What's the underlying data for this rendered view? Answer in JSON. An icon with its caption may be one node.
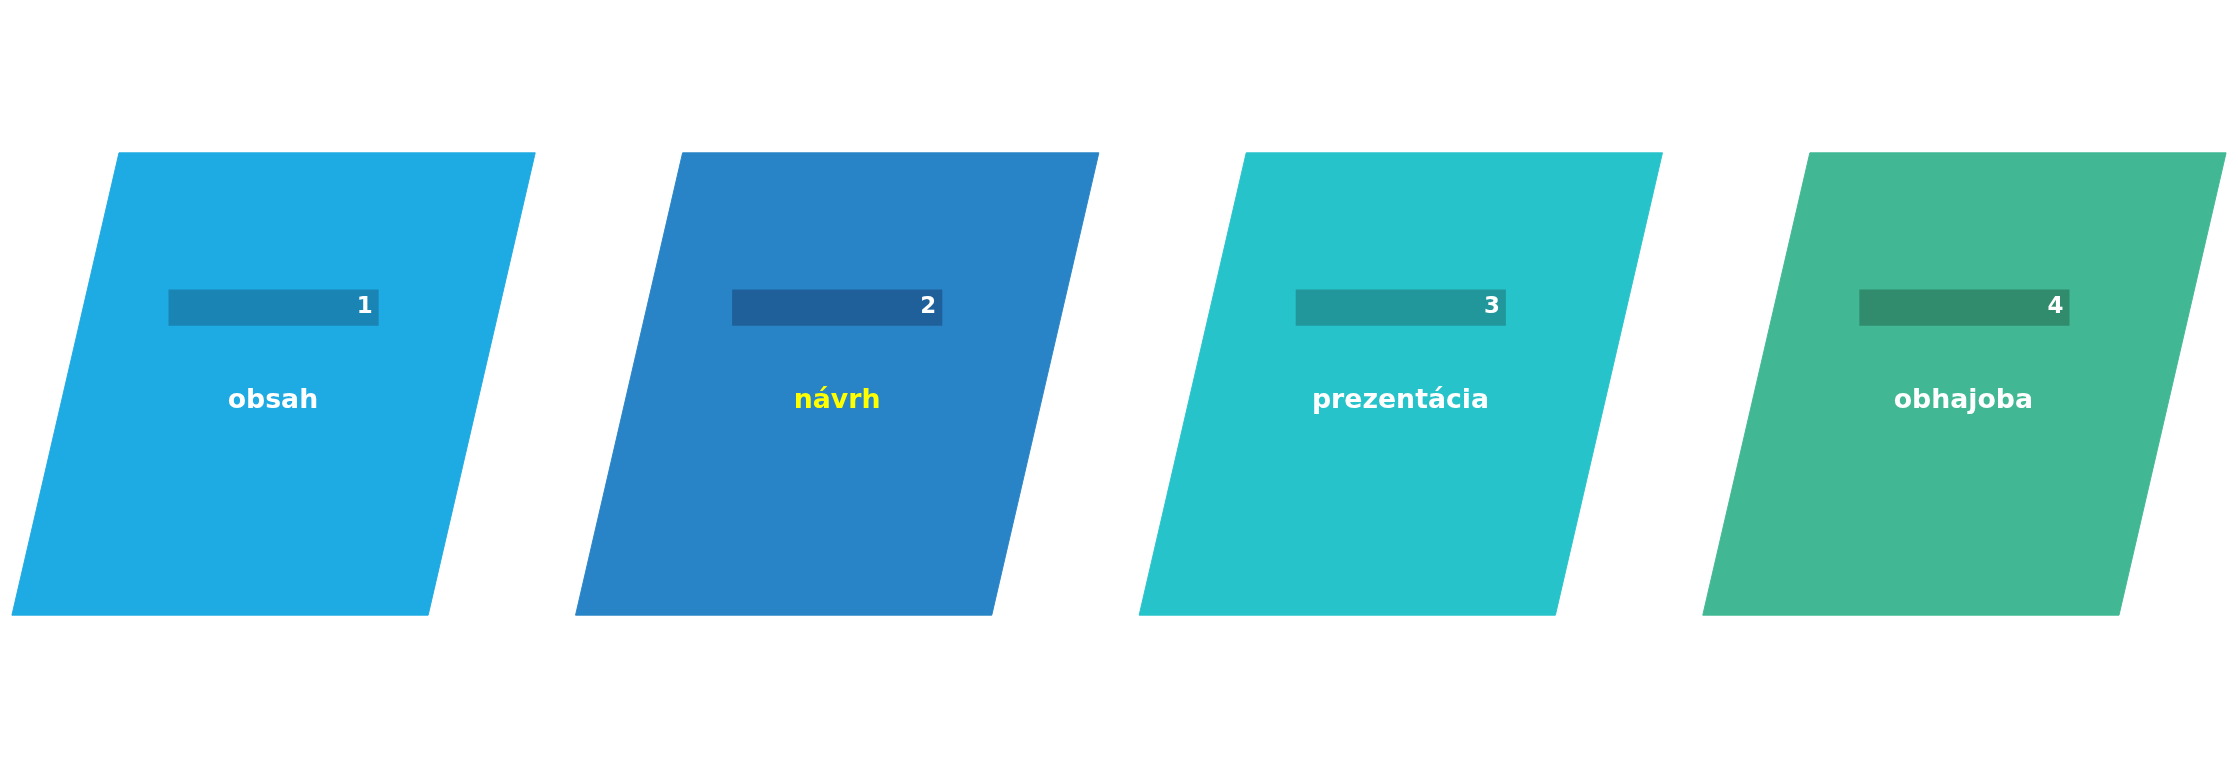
{
  "diagram": {
    "nodes": [
      {
        "text": [
          "1",
          "obsah"
        ]
      },
      {
        "text": [
          "2",
          "návrh"
        ]
      },
      {
        "text": [
          "3",
          "prezentácia"
        ]
      },
      {
        "text": [
          "4",
          "obhajoba"
        ]
      }
    ],
    "edges": []
  }
}
